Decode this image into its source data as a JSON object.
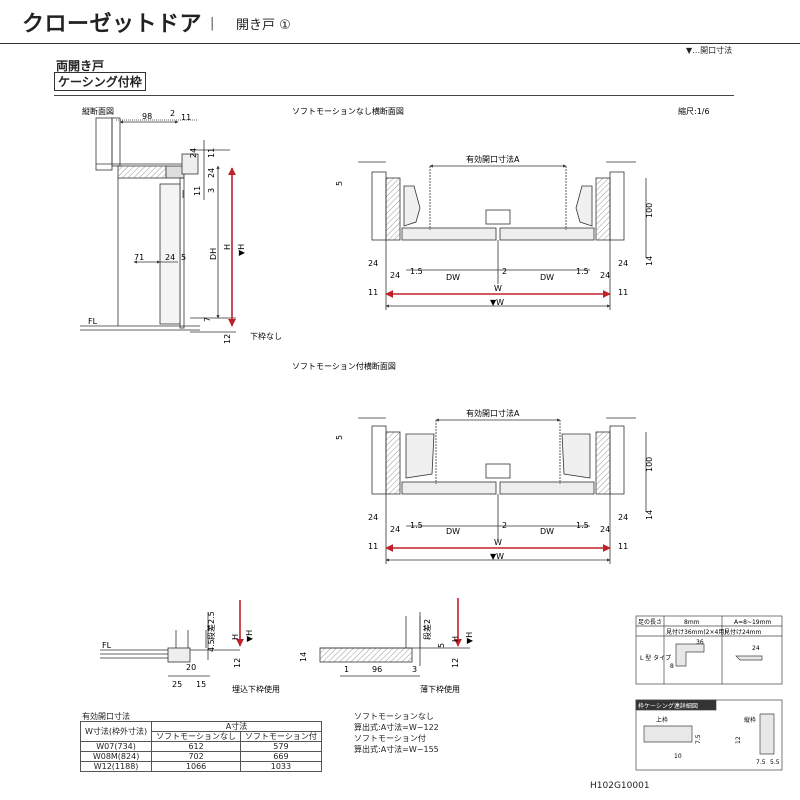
{
  "header": {
    "title": "クローゼットドア",
    "separator": "|",
    "subtitle": "開き戸 ①",
    "legend": "▼…開口寸法"
  },
  "section": {
    "title": "両開き戸",
    "subtitle": "ケーシング付枠"
  },
  "vertical_section": {
    "title": "縦断面図",
    "labels": {
      "d98": "98",
      "d2": "2",
      "d11a": "11",
      "d24a": "24",
      "d11b": "11",
      "d24b": "24",
      "d11c": "11",
      "d3": "3",
      "dh": "DH",
      "h": "H",
      "vh": "▼H",
      "d71": "71",
      "d24c": "24",
      "d5": "5",
      "d7": "7",
      "d12": "12",
      "fl": "FL",
      "no_sill": "下枠なし"
    }
  },
  "plan_no_soft": {
    "title": "ソフトモーションなし横断面図",
    "scale": "縮尺:1/6",
    "labels": {
      "eff": "有効開口寸法A",
      "d5": "5",
      "d100": "100",
      "d14": "14",
      "d24l": "24",
      "d24l2": "24",
      "d15l": "1.5",
      "dwl": "DW",
      "d2": "2",
      "dwr": "DW",
      "d15r": "1.5",
      "d24r": "24",
      "d24r2": "24",
      "d11l": "11",
      "w": "W",
      "d11r": "11",
      "vw": "▼W"
    }
  },
  "plan_soft": {
    "title": "ソフトモーション付横断面図",
    "labels": {
      "eff": "有効開口寸法A",
      "d5": "5",
      "d100": "100",
      "d14": "14",
      "d24l": "24",
      "d24l2": "24",
      "d15l": "1.5",
      "dwl": "DW",
      "d2": "2",
      "dwr": "DW",
      "d15r": "1.5",
      "d24r": "24",
      "d24r2": "24",
      "d11l": "11",
      "w": "W",
      "d11r": "11",
      "vw": "▼W"
    }
  },
  "sill_embedded": {
    "caption": "埋込下枠使用",
    "labels": {
      "fl": "FL",
      "step": "段差2.5",
      "d45": "4.5",
      "h": "H",
      "vh": "▼H",
      "d12": "12",
      "d25": "25",
      "d20": "20",
      "d15": "15"
    }
  },
  "sill_thin": {
    "caption": "薄下枠使用",
    "labels": {
      "step": "段差2",
      "d5": "5",
      "h": "H",
      "vh": "▼H",
      "d14": "14",
      "d1": "1",
      "d96": "96",
      "d3": "3",
      "d12": "12"
    }
  },
  "dim_table": {
    "title": "有効開口寸法",
    "header_w": "W寸法(枠外寸法)",
    "header_a": "A寸法",
    "col_no_soft": "ソフトモーションなし",
    "col_soft": "ソフトモーション付",
    "rows": [
      {
        "w": "W07(734)",
        "no_soft": "612",
        "soft": "579"
      },
      {
        "w": "W08M(824)",
        "no_soft": "702",
        "soft": "669"
      },
      {
        "w": "W12(1188)",
        "no_soft": "1066",
        "soft": "1033"
      }
    ]
  },
  "formulas": {
    "line1": "ソフトモーションなし",
    "line2": "算出式:A寸法=W−122",
    "line3": "ソフトモーション付",
    "line4": "算出式:A寸法=W−155"
  },
  "foot_table": {
    "col1": "足の長さ",
    "col2": "8mm",
    "col3": "A=8~19mm",
    "row1a": "見付け36mm(2×4用)",
    "row1b": "見付け24mm",
    "type": "L 型 タイプ",
    "v36": "36",
    "v24": "24",
    "v8": "8"
  },
  "casing_detail": {
    "title": "枠ケーシング連詳細図",
    "upper": "上枠",
    "vertical": "縦枠",
    "d7a": "7.5",
    "d10": "10",
    "d12": "12",
    "d7b": "7.5",
    "d5": "5.5"
  },
  "drawing_number": "H102G10001",
  "colors": {
    "accent": "#c0202a",
    "wood": "#d8d2c4",
    "line": "#333333"
  }
}
